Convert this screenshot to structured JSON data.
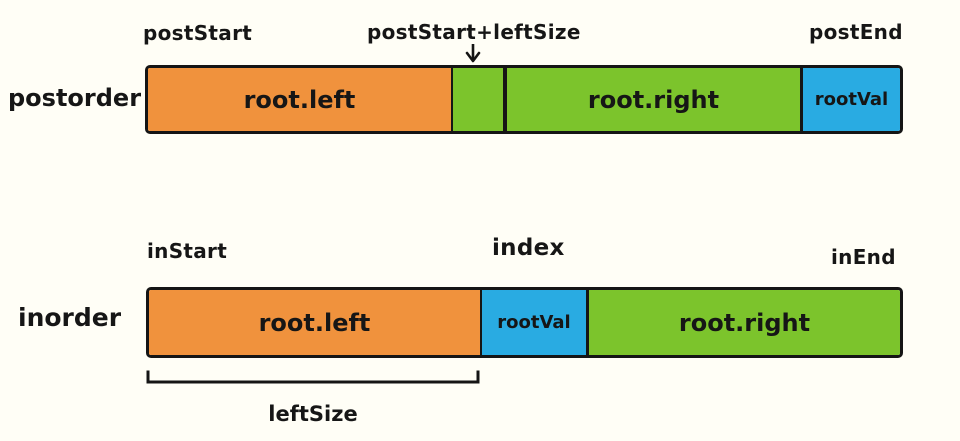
{
  "diagram_title": "postorder-inorder array partition diagram",
  "colors": {
    "background": "#FFFEF6",
    "orange": "#F0923D",
    "green": "#7CC42C",
    "blue": "#29ABE2",
    "ink": "#151515"
  },
  "postorder": {
    "row_label": "postorder",
    "labels": {
      "start": "postStart",
      "mid": "postStart+leftSize",
      "end": "postEnd"
    },
    "segments": [
      {
        "name": "root-left",
        "label": "root.left",
        "color": "#F0923D"
      },
      {
        "name": "right-subtree-first",
        "label": "",
        "color": "#7CC42C"
      },
      {
        "name": "root-right",
        "label": "root.right",
        "color": "#7CC42C"
      },
      {
        "name": "root-val",
        "label": "rootVal",
        "color": "#29ABE2"
      }
    ]
  },
  "inorder": {
    "row_label": "inorder",
    "labels": {
      "start": "inStart",
      "mid": "index",
      "end": "inEnd"
    },
    "segments": [
      {
        "name": "root-left",
        "label": "root.left",
        "color": "#F0923D"
      },
      {
        "name": "root-val",
        "label": "rootVal",
        "color": "#29ABE2"
      },
      {
        "name": "root-right",
        "label": "root.right",
        "color": "#7CC42C"
      }
    ],
    "bracket_label": "leftSize"
  },
  "icons": {
    "arrow": "down-arrow"
  }
}
